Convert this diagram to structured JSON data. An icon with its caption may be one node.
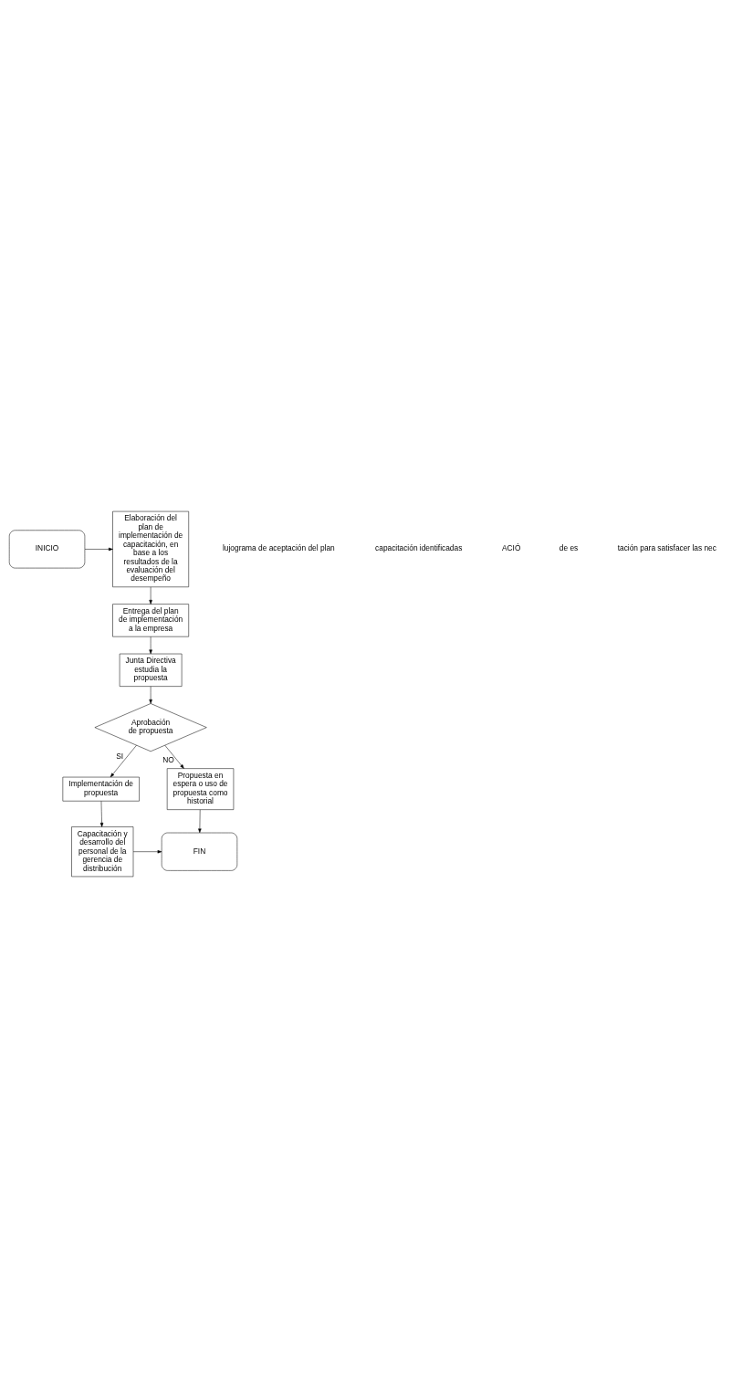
{
  "diagram": {
    "nodes": [
      {
        "text": [
          "Elaboración del plan de implementación de capacitación, en base a los resultados de la evaluación del desempeño"
        ]
      },
      {
        "text": [
          "INICIO"
        ]
      },
      {
        "text": [
          "Entrega del plan de implementación a la empresa"
        ]
      },
      {
        "text": [
          "Junta Directiva estudia la propuesta"
        ]
      },
      {
        "text": [
          "Aprobación de propuesta"
        ]
      },
      {
        "text": [
          "Implementación de propuesta"
        ]
      },
      {
        "text": [
          "Propuesta en espera o uso de propuesta como historial"
        ]
      },
      {
        "text": [
          "Capacitación y desarrollo del personal de la gerencia de distribución"
        ]
      },
      {
        "text": [
          "FIN"
        ]
      }
    ],
    "edges": [
      {
        "from": 1,
        "to": 0,
        "arrow": "to"
      },
      {
        "from": 0,
        "to": 2,
        "arrow": "to"
      },
      {
        "from": 2,
        "to": 3,
        "arrow": "to"
      },
      {
        "from": 3,
        "to": 4,
        "arrow": "to"
      },
      {
        "from": 4,
        "to": 5,
        "arrow": "to",
        "label": "SI"
      },
      {
        "from": 4,
        "to": 6,
        "arrow": "to",
        "label": "NO"
      },
      {
        "from": 5,
        "to": 7,
        "arrow": "to"
      },
      {
        "from": 7,
        "to": 8,
        "arrow": "to"
      },
      {
        "from": 6,
        "to": 8,
        "arrow": "to"
      }
    ],
    "labels": [
      "lujograma de aceptación del plan",
      "capacitación identificadas",
      "ACIÓ",
      "de es",
      "tación para satisfacer las nec"
    ]
  }
}
